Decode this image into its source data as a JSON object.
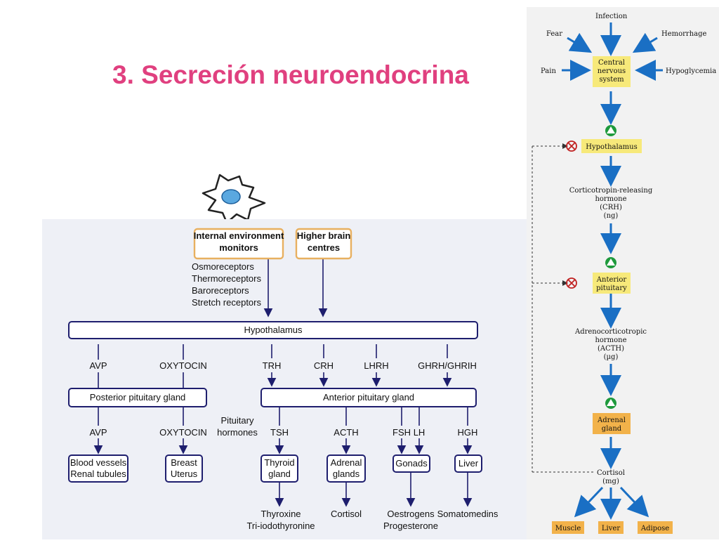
{
  "title": "3. Secreción neuroendocrina",
  "left_diagram": {
    "top_boxes": [
      "Internal environment",
      "monitors",
      "Higher brain",
      "centres"
    ],
    "receptors": [
      "Osmoreceptors",
      "Thermoreceptors",
      "Baroreceptors",
      "Stretch receptors"
    ],
    "hypothalamus": "Hypothalamus",
    "releasing": [
      "AVP",
      "OXYTOCIN",
      "TRH",
      "CRH",
      "LHRH",
      "GHRH/GHRIH"
    ],
    "posterior": "Posterior pituitary gland",
    "anterior": "Anterior pituitary gland",
    "pituitary_hormones": [
      "Pituitary",
      "hormones"
    ],
    "secreted": [
      "AVP",
      "OXYTOCIN",
      "TSH",
      "ACTH",
      "FSH",
      "LH",
      "HGH"
    ],
    "targets": [
      "Blood vessels",
      "Renal tubules",
      "Breast",
      "Uterus",
      "Thyroid",
      "gland",
      "Adrenal",
      "glands",
      "Gonads",
      "Liver"
    ],
    "products": [
      "Thyroxine",
      "Tri-iodothyronine",
      "Cortisol",
      "Oestrogens",
      "Progesterone",
      "Somatomedins"
    ]
  },
  "right_diagram": {
    "stimuli": [
      "Infection",
      "Fear",
      "Hemorrhage",
      "Pain",
      "Hypoglycemia"
    ],
    "cns": [
      "Central",
      "nervous",
      "system"
    ],
    "hypothalamus": "Hypothalamus",
    "crh": [
      "Corticotropin-releasing",
      "hormone",
      "(CRH)",
      "(ng)"
    ],
    "anterior": [
      "Anterior",
      "pituitary"
    ],
    "acth": [
      "Adrenocorticotropic",
      "hormone",
      "(ACTH)",
      "(µg)"
    ],
    "adrenal": [
      "Adrenal",
      "gland"
    ],
    "cortisol": [
      "Cortisol",
      "(mg)"
    ],
    "targets": [
      "Muscle",
      "Liver",
      "Adipose"
    ]
  },
  "colors": {
    "title": "#e0407f",
    "navy": "#1e1e6e",
    "orange": "#e8b060",
    "blue": "#1a6fc4",
    "yellow": "#f7e97a",
    "green": "#1e9a3c",
    "red": "#c02020"
  }
}
